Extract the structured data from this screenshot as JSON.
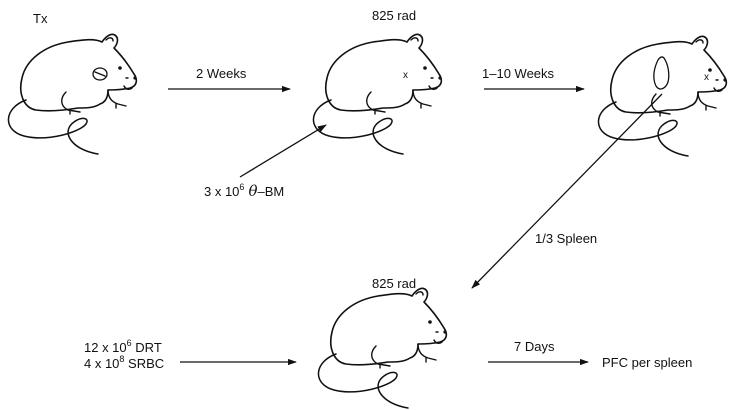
{
  "mice": [
    {
      "id": "thymectomized",
      "label": "Tx"
    },
    {
      "id": "irradiated-reconstituted",
      "label": "825 rad"
    },
    {
      "id": "donor",
      "label": ""
    },
    {
      "id": "recipient",
      "label": "825 rad"
    }
  ],
  "arrows": {
    "a1": "2 Weeks",
    "a2": "1–10 Weeks",
    "bm": [
      "3 x 10",
      "6",
      "θ",
      "–BM"
    ],
    "spleen": "1/3 Spleen",
    "drt": [
      "12 x 10",
      "6",
      " DRT"
    ],
    "srbc": [
      "4 x 10",
      "8",
      " SRBC"
    ],
    "days": "7 Days"
  },
  "result": "PFC per spleen",
  "icons": {
    "mouse": "mouse-icon",
    "thymus_mark": "thymus-mark-icon",
    "spleen_mark": "spleen-mark-icon",
    "x_mark": "x-mark-icon"
  }
}
